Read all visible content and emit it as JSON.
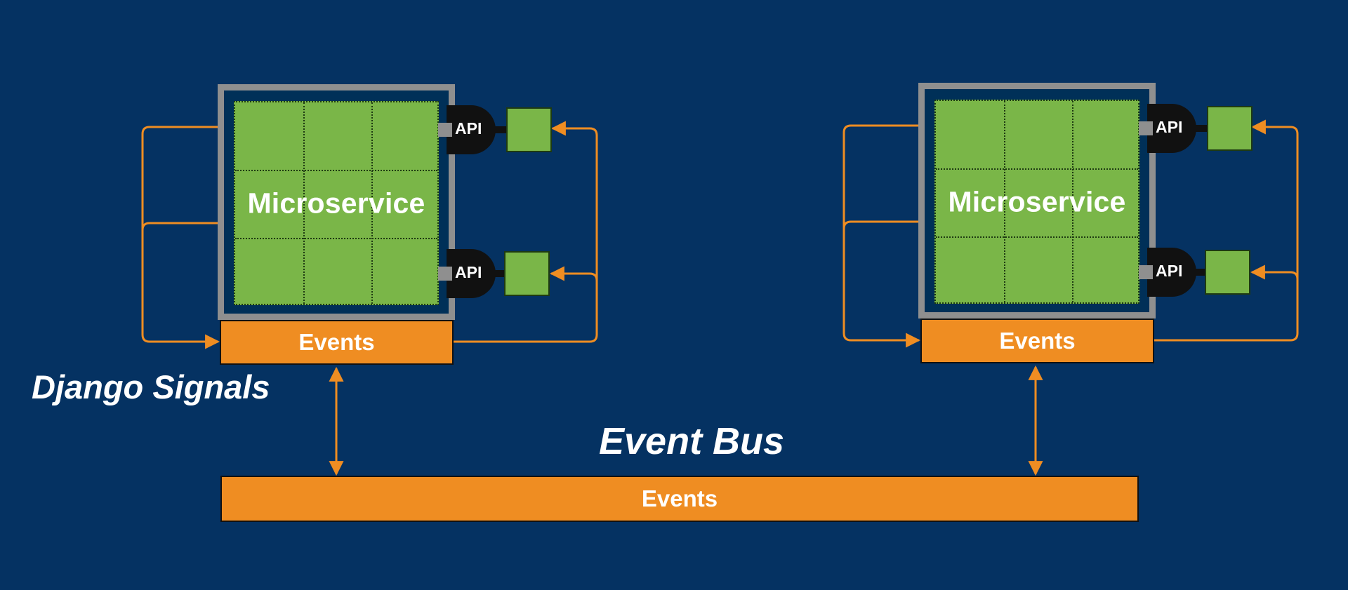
{
  "diagram": {
    "microservices": [
      {
        "label": "Microservice",
        "api_ports": [
          "API",
          "API"
        ],
        "events_label": "Events"
      },
      {
        "label": "Microservice",
        "api_ports": [
          "API",
          "API"
        ],
        "events_label": "Events"
      }
    ],
    "bus": {
      "title": "Event Bus",
      "events_label": "Events"
    },
    "signals_caption": "Django Signals",
    "colors": {
      "background": "#053262",
      "microservice_green": "#7ab648",
      "frame_gray": "#8f8f8f",
      "events_orange": "#ef8d22",
      "arrow_orange": "#ef8d22",
      "api_black": "#111111",
      "text_white": "#ffffff"
    }
  }
}
